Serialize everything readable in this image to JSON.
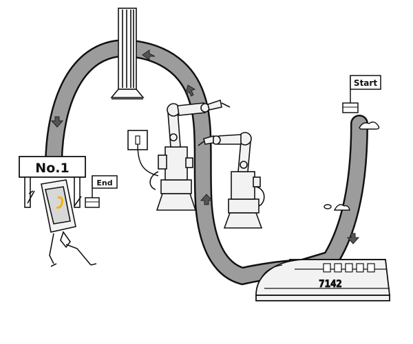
{
  "labels": {
    "start": "Start",
    "end": "End",
    "banner": "No.1",
    "train_number": "7142"
  },
  "colors": {
    "track": "#9c9c9c",
    "outline": "#111111",
    "machine_fill": "#f2f2f2",
    "accent": "#f2b400"
  },
  "icons": {
    "flow_arrows": "arrow-icon",
    "flags": "flag-icon",
    "socket": "wall-socket-icon"
  }
}
